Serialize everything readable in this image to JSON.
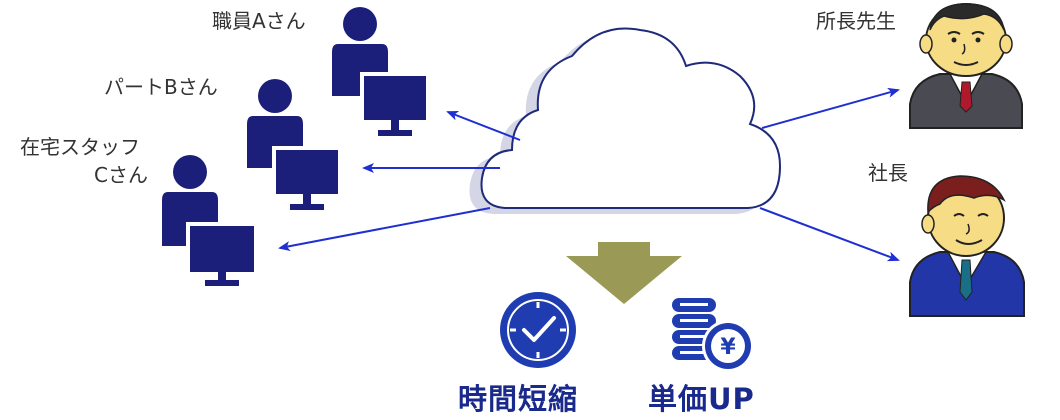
{
  "labels": {
    "staff_a": "職員Aさん",
    "part_b": "パートBさん",
    "remote_c_line1": "在宅スタッフ",
    "remote_c_line2": "Cさん",
    "director": "所長先生",
    "president": "社長"
  },
  "results": {
    "time_saving": "時間短縮",
    "price_up": "単価UP"
  },
  "coin_symbol": "¥",
  "colors": {
    "navy": "#1b1f7a",
    "arrow_blue": "#1f2fd1",
    "cloud_shadow": "#d4d6e6",
    "cloud_outline": "#1e2a7a",
    "down_arrow": "#9a9a56",
    "result_text": "#1a2a8c",
    "icon_blue": "#1f3db0"
  },
  "icons": [
    "person-computer-icon",
    "cloud-icon",
    "clock-icon",
    "coin-stack-yen-icon",
    "businessman-icon"
  ]
}
